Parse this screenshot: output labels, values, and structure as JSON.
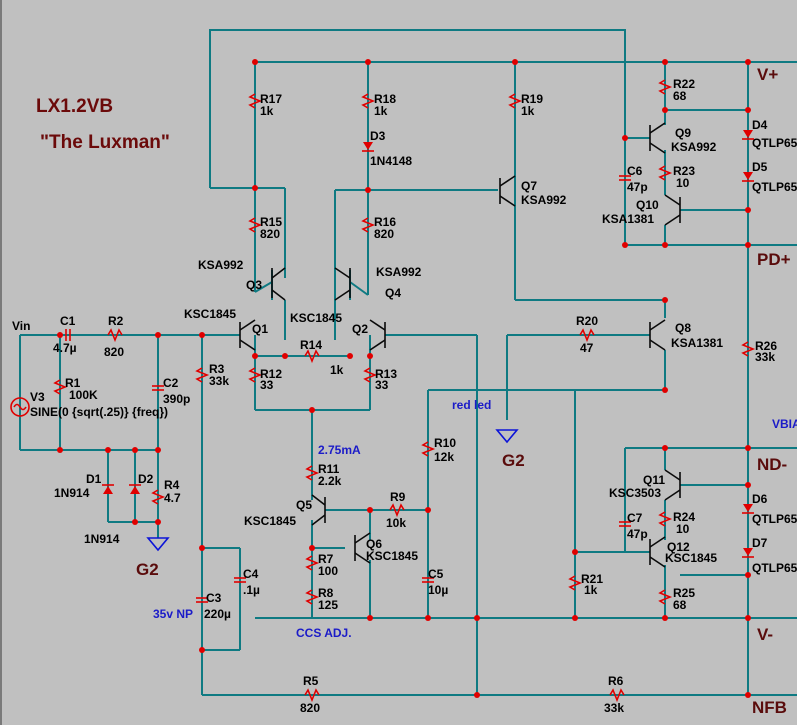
{
  "title": "LX1.2VB",
  "subtitle": "\"The Luxman\"",
  "nets": {
    "vplus": "V+",
    "vminus": "V-",
    "pdplus": "PD+",
    "ndminus": "ND-",
    "nfb": "NFB",
    "vin": "Vin",
    "vbias": "VBIA",
    "g2a": "G2",
    "g2b": "G2"
  },
  "annotations": {
    "current": "2.75mA",
    "ccs_adj": "CCS ADJ.",
    "red_led": "red led",
    "cap_rating": "35v NP"
  },
  "source": {
    "ref": "V3",
    "value": "SINE(0 {sqrt(.25)} {freq})"
  },
  "resistors": [
    {
      "ref": "R1",
      "value": "100K"
    },
    {
      "ref": "R2",
      "value": "820"
    },
    {
      "ref": "R3",
      "value": "33k"
    },
    {
      "ref": "R4",
      "value": "4.7"
    },
    {
      "ref": "R5",
      "value": "820"
    },
    {
      "ref": "R6",
      "value": "33k"
    },
    {
      "ref": "R7",
      "value": "100"
    },
    {
      "ref": "R8",
      "value": "125"
    },
    {
      "ref": "R9",
      "value": "10k"
    },
    {
      "ref": "R10",
      "value": "12k"
    },
    {
      "ref": "R11",
      "value": "2.2k"
    },
    {
      "ref": "R12",
      "value": "33"
    },
    {
      "ref": "R13",
      "value": "33"
    },
    {
      "ref": "R14",
      "value": "1k"
    },
    {
      "ref": "R15",
      "value": "820"
    },
    {
      "ref": "R16",
      "value": "820"
    },
    {
      "ref": "R17",
      "value": "1k"
    },
    {
      "ref": "R18",
      "value": "1k"
    },
    {
      "ref": "R19",
      "value": "1k"
    },
    {
      "ref": "R20",
      "value": "47"
    },
    {
      "ref": "R21",
      "value": "1k"
    },
    {
      "ref": "R22",
      "value": "68"
    },
    {
      "ref": "R23",
      "value": "10"
    },
    {
      "ref": "R24",
      "value": "10"
    },
    {
      "ref": "R25",
      "value": "68"
    },
    {
      "ref": "R26",
      "value": "33k"
    }
  ],
  "capacitors": [
    {
      "ref": "C1",
      "value": "4.7µ"
    },
    {
      "ref": "C2",
      "value": "390p"
    },
    {
      "ref": "C3",
      "value": "220µ"
    },
    {
      "ref": "C4",
      "value": ".1µ"
    },
    {
      "ref": "C5",
      "value": "10µ"
    },
    {
      "ref": "C6",
      "value": "47p"
    },
    {
      "ref": "C7",
      "value": "47p"
    }
  ],
  "diodes": [
    {
      "ref": "D1",
      "value": "1N914"
    },
    {
      "ref": "D2",
      "value": "1N914"
    },
    {
      "ref": "D3",
      "value": "1N4148"
    },
    {
      "ref": "D4",
      "value": "QTLP65"
    },
    {
      "ref": "D5",
      "value": "QTLP65"
    },
    {
      "ref": "D6",
      "value": "QTLP65"
    },
    {
      "ref": "D7",
      "value": "QTLP65"
    }
  ],
  "transistors": [
    {
      "ref": "Q1",
      "value": "KSC1845"
    },
    {
      "ref": "Q2",
      "value": "KSC1845"
    },
    {
      "ref": "Q3",
      "value": "KSA992"
    },
    {
      "ref": "Q4",
      "value": "KSA992"
    },
    {
      "ref": "Q5",
      "value": "KSC1845"
    },
    {
      "ref": "Q6",
      "value": "KSC1845"
    },
    {
      "ref": "Q7",
      "value": "KSA992"
    },
    {
      "ref": "Q8",
      "value": "KSA1381"
    },
    {
      "ref": "Q9",
      "value": "KSA992"
    },
    {
      "ref": "Q10",
      "value": "KSA1381"
    },
    {
      "ref": "Q11",
      "value": "KSC3503"
    },
    {
      "ref": "Q12",
      "value": "KSC1845"
    }
  ]
}
